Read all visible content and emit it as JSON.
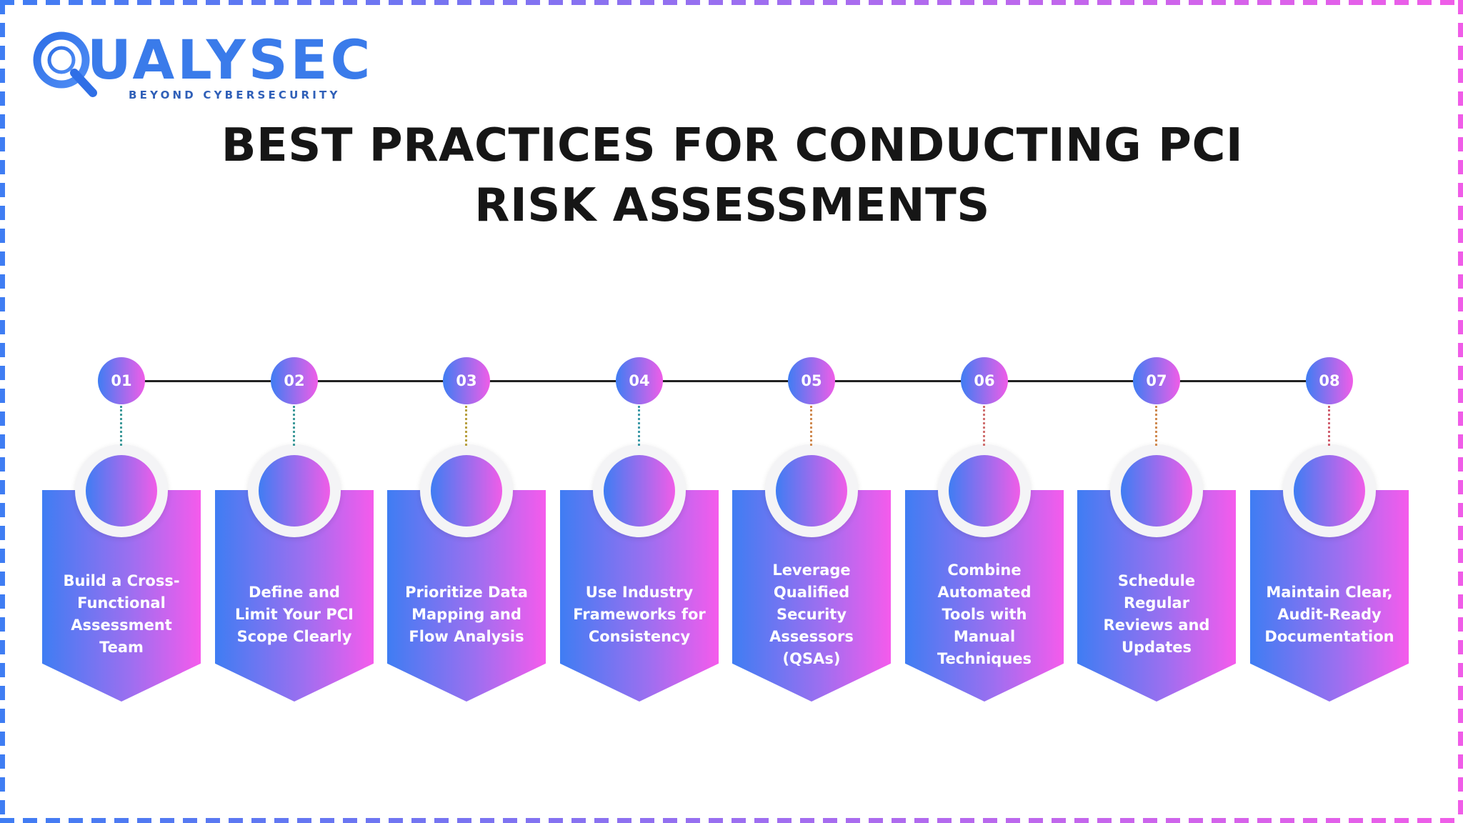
{
  "logo": {
    "wordmark": "UALYSEC",
    "tagline": "BEYOND CYBERSECURITY",
    "icon": "magnifier-q-icon"
  },
  "title": "BEST PRACTICES FOR CONDUCTING PCI RISK ASSESSMENTS",
  "colors": {
    "gradient_start": "#3f7df3",
    "gradient_end": "#f05de8",
    "brand_blue": "#3a7bea",
    "title_text": "#161616"
  },
  "steps": [
    {
      "number": "01",
      "label": "Build a Cross-Functional Assessment Team"
    },
    {
      "number": "02",
      "label": "Define and Limit Your PCI Scope Clearly"
    },
    {
      "number": "03",
      "label": "Prioritize Data Mapping and Flow Analysis"
    },
    {
      "number": "04",
      "label": "Use Industry Frameworks for Consistency"
    },
    {
      "number": "05",
      "label": "Leverage Qualified Security Assessors (QSAs)"
    },
    {
      "number": "06",
      "label": "Combine Automated Tools with Manual Techniques"
    },
    {
      "number": "07",
      "label": "Schedule Regular Reviews and Updates"
    },
    {
      "number": "08",
      "label": "Maintain Clear, Audit-Ready Documentation"
    }
  ]
}
